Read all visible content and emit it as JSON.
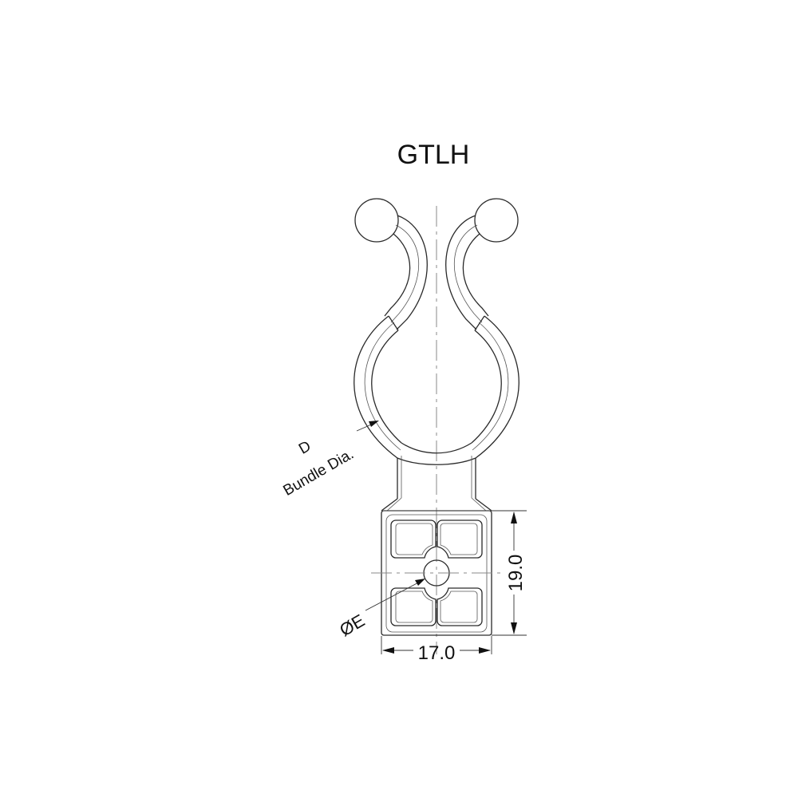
{
  "title": "GTLH",
  "labels": {
    "bundle_dia_symbol": "D",
    "bundle_dia_text": "Bundle Dia.",
    "hole_dia": "ØE",
    "width_dim": "17.0",
    "height_dim": "19.0"
  },
  "dimensions": {
    "base_width_mm": 17.0,
    "base_height_mm": 19.0
  },
  "colors": {
    "line": "#2a2a2a",
    "background": "#ffffff"
  }
}
